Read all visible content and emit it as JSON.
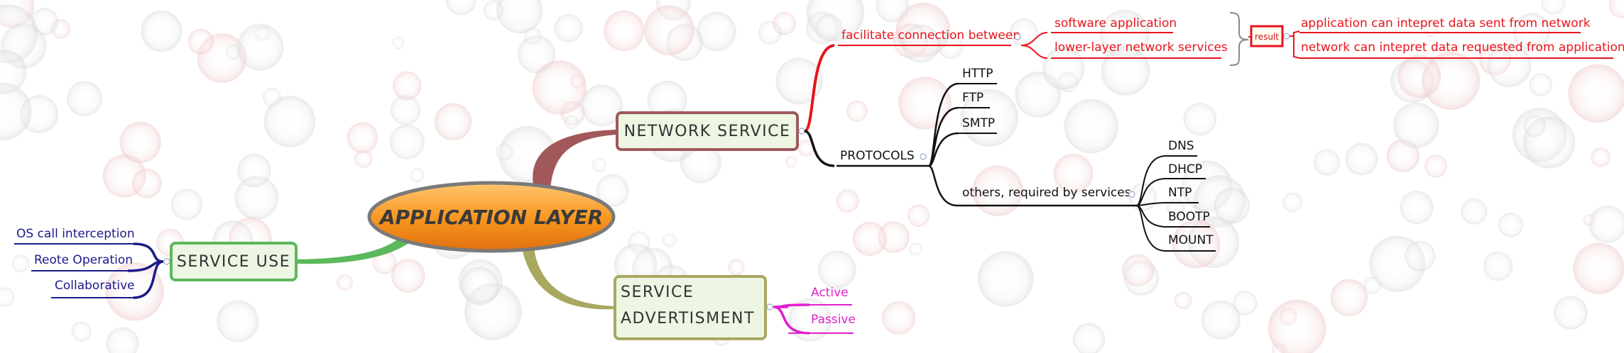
{
  "root": {
    "label": "APPLICATION LAYER"
  },
  "branches": {
    "network_service": {
      "label": "NETWORK SERVICE",
      "facilitate": {
        "label": "facilitate connection between",
        "items": [
          "software application",
          "lower-layer network services"
        ],
        "result_label": "result",
        "results": [
          "application can intepret data sent from network",
          "network can intepret data requested from application"
        ]
      },
      "protocols": {
        "label": "PROTOCOLS",
        "items": [
          "HTTP",
          "FTP",
          "SMTP"
        ],
        "others": {
          "label": "others, required by services",
          "items": [
            "DNS",
            "DHCP",
            "NTP",
            "BOOTP",
            "MOUNT"
          ]
        }
      }
    },
    "service_use": {
      "label": "SERVICE USE",
      "items": [
        "OS call interception",
        "Reote Operation",
        "Collaborative"
      ]
    },
    "service_advertisment": {
      "label_line1": "SERVICE",
      "label_line2": "ADVERTISMENT",
      "items": [
        "Active",
        "Passive"
      ]
    }
  },
  "colors": {
    "root_fill": "#f7941d",
    "root_stroke": "#7a7a7a",
    "network_service": "#a0585a",
    "service_use": "#5cb85c",
    "service_advertisment": "#a8a860",
    "facilitate": "#e8141c",
    "protocols": "#111111",
    "service_use_items": "#1a1a8a",
    "advert_items": "#e020d0",
    "box_fill": "#edf6e3"
  }
}
